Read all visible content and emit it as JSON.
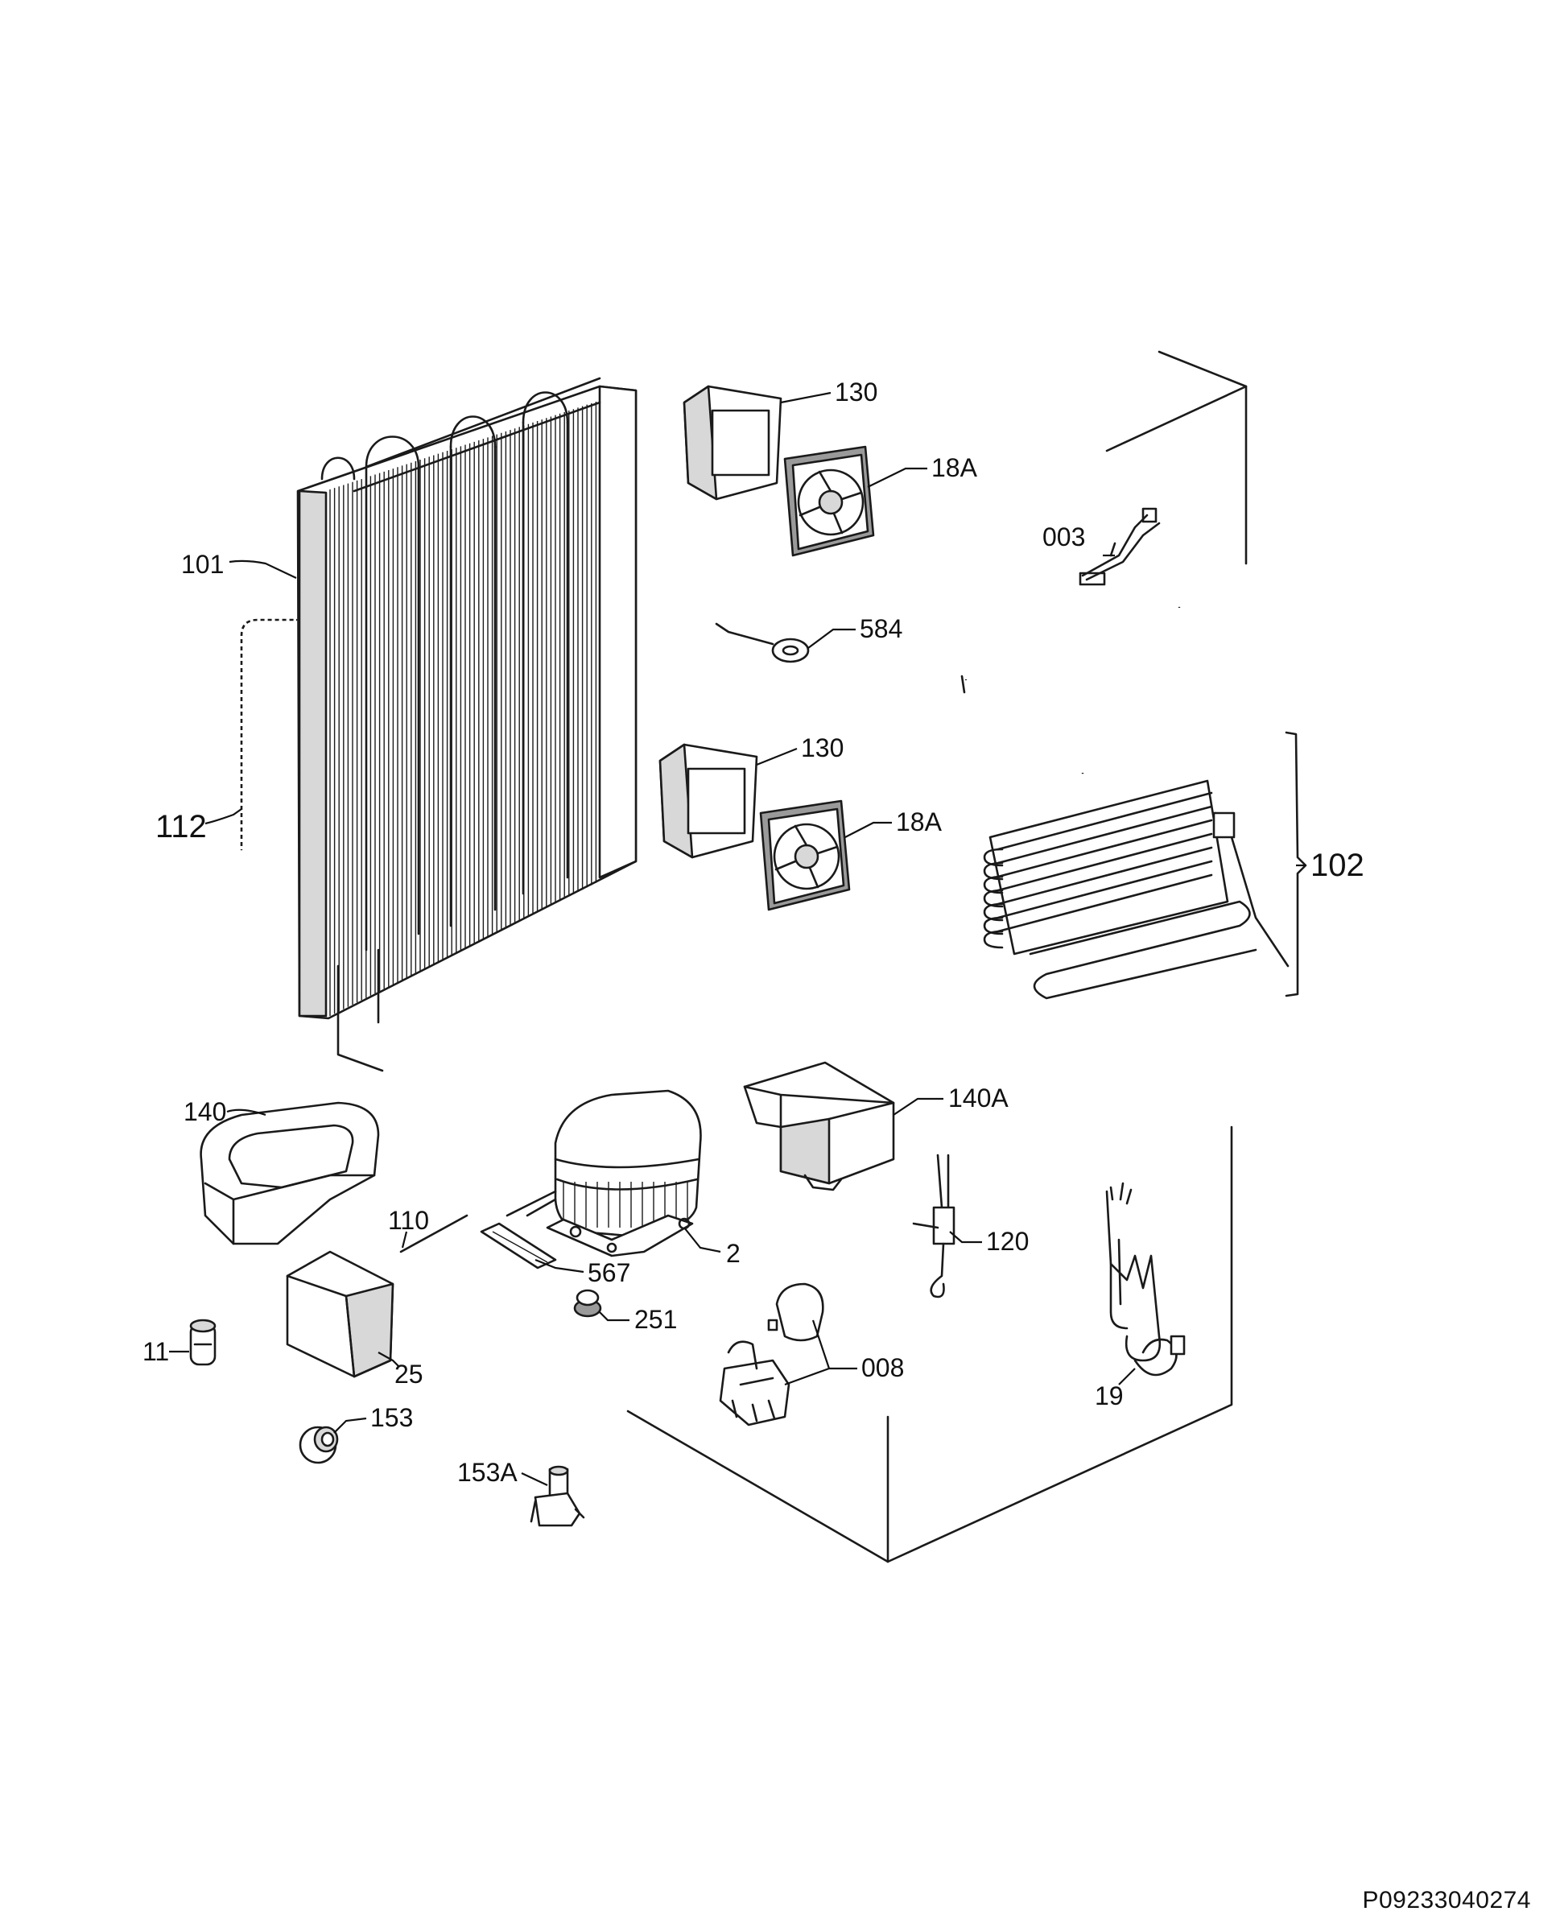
{
  "labels": {
    "p101": "101",
    "p112": "112",
    "p130a": "130",
    "p18a_top": "18A",
    "p003": "003",
    "p584": "584",
    "p130b": "130",
    "p18a_mid": "18A",
    "p102": "102",
    "p140": "140",
    "p140a": "140A",
    "p110": "110",
    "p2": "2",
    "p567": "567",
    "p120": "120",
    "p251": "251",
    "p11": "11",
    "p25": "25",
    "p008": "008",
    "p19": "19",
    "p153": "153",
    "p153a": "153A"
  },
  "document_code": "P09233040274"
}
